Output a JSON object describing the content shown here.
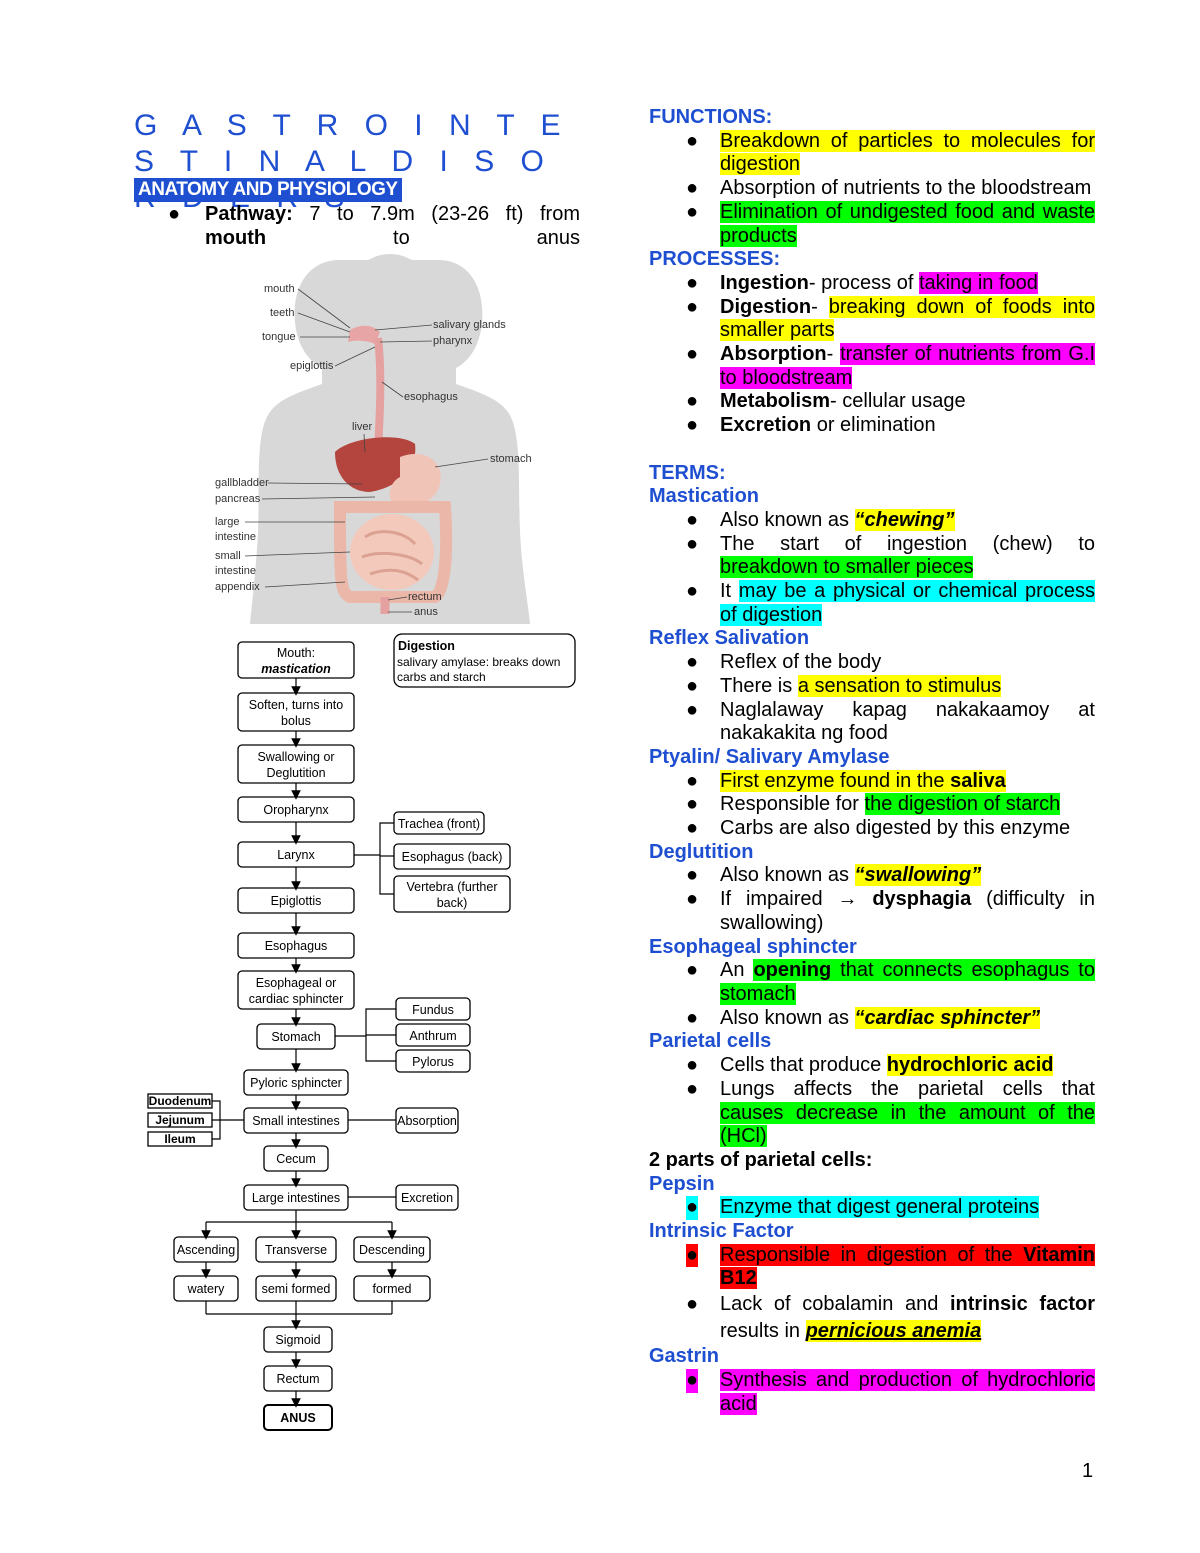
{
  "title": "G A S T R O I N T E S T I N A L  D I S O R D E R S",
  "section": "ANATOMY AND PHYSIOLOGY",
  "pathway": {
    "label": "Pathway:",
    "text_a": "7 to 7.9m (23-26 ft) from",
    "mouth": "mouth",
    "to": "to",
    "anus": "anus"
  },
  "anatomy_labels": {
    "mouth": "mouth",
    "teeth": "teeth",
    "tongue": "tongue",
    "epiglottis": "epiglottis",
    "salivary": "salivary glands",
    "pharynx": "pharynx",
    "esophagus": "esophagus",
    "liver": "liver",
    "stomach": "stomach",
    "gallbladder": "gallbladder",
    "pancreas": "pancreas",
    "large": "large",
    "intestine1": "intestine",
    "small": "small",
    "intestine2": "intestine",
    "appendix": "appendix",
    "rectum": "rectum",
    "anus": "anus"
  },
  "flow": {
    "mouth1": "Mouth:",
    "mouth2": "mastication",
    "digestion_title": "Digestion",
    "digestion_l1": "salivary amylase: breaks down",
    "digestion_l2": "carbs and starch",
    "soften1": "Soften, turns into",
    "soften2": "bolus",
    "swallow1": "Swallowing or",
    "swallow2": "Deglutition",
    "oropharynx": "Oropharynx",
    "larynx": "Larynx",
    "trachea": "Trachea (front)",
    "esophagus_back": "Esophagus (back)",
    "vertebra1": "Vertebra (further",
    "vertebra2": "back)",
    "epiglottis": "Epiglottis",
    "esophagus": "Esophagus",
    "sphincter1": "Esophageal or",
    "sphincter2": "cardiac sphincter",
    "stomach": "Stomach",
    "fundus": "Fundus",
    "anthrum": "Anthrum",
    "pylorus": "Pylorus",
    "pyloric": "Pyloric sphincter",
    "small_int": "Small intestines",
    "duodenum": "Duodenum",
    "jejunum": "Jejunum",
    "ileum": "Ileum",
    "absorption": "Absorption",
    "cecum": "Cecum",
    "large_int": "Large intestines",
    "excretion": "Excretion",
    "ascending": "Ascending",
    "transverse": "Transverse",
    "descending": "Descending",
    "watery": "watery",
    "semi": "semi formed",
    "formed": "formed",
    "sigmoid": "Sigmoid",
    "rectum": "Rectum",
    "anus": "ANUS"
  },
  "functions": {
    "heading": "FUNCTIONS:",
    "f1": "Breakdown of particles to molecules for digestion",
    "f2": "Absorption of nutrients to the bloodstream",
    "f3": "Elimination of undigested food and waste products"
  },
  "processes": {
    "heading": "PROCESSES:",
    "p1a": "Ingestion",
    "p1b": "- process of ",
    "p1c": "taking in food",
    "p2a": "Digestion",
    "p2b": "- ",
    "p2c": "breaking down of foods into smaller parts",
    "p3a": "Absorption",
    "p3b": "- ",
    "p3c": "transfer of nutrients from G.I to bloodstream",
    "p4a": "Metabolism",
    "p4b": "- cellular usage",
    "p5a": "Excretion",
    "p5b": " or elimination"
  },
  "terms": {
    "heading": "TERMS:",
    "mastication": "Mastication",
    "m1a": "Also known as ",
    "m1b": "“chewing”",
    "m2a": "The start of ingestion (chew) to ",
    "m2b": "breakdown to smaller pieces",
    "m3a": "It ",
    "m3b": "may be a physical or chemical process of digestion",
    "reflex": "Reflex Salivation",
    "r1": "Reflex of the body",
    "r2a": "There is ",
    "r2b": "a sensation to stimulus",
    "r3": "Naglalaway kapag nakakaamoy at nakakakita ng food",
    "ptyalin": "Ptyalin/ Salivary Amylase",
    "pt1a": "First enzyme found in the ",
    "pt1b": "saliva",
    "pt2a": "Responsible for ",
    "pt2b": "the digestion of starch",
    "pt3": "Carbs are also digested by this enzyme",
    "deglutition": "Deglutition",
    "d1a": "Also known as ",
    "d1b": "“swallowing”",
    "d2a": "If impaired → ",
    "d2b": "dysphagia",
    "d2c": " (difficulty in swallowing)",
    "esoph": "Esophageal sphincter",
    "e1a": "An ",
    "e1b": "opening",
    "e1c": " that connects esophagus to stomach",
    "e2a": "Also known as ",
    "e2b": "“cardiac sphincter”",
    "parietal": "Parietal cells",
    "pc1a": "Cells that produce ",
    "pc1b": "hydrochloric acid",
    "pc2a": "Lungs affects the parietal cells that ",
    "pc2b": "causes decrease in the amount of the (HCl)",
    "two_parts": "2 parts of parietal cells:",
    "pepsin": "Pepsin",
    "pep1": "Enzyme that digest general proteins",
    "intrinsic": "Intrinsic Factor",
    "if1a": "Responsible in digestion of the ",
    "if1b": "Vitamin B12",
    "if2a": "Lack of cobalamin and ",
    "if2b": "intrinsic factor",
    "if2c": " results in ",
    "if2d": "pernicious anemia",
    "gastrin": "Gastrin",
    "g1": "Synthesis and production of hydrochloric acid"
  },
  "page_number": "1",
  "colors": {
    "heading_blue": "#1f4fd1",
    "yellow": "#ffff00",
    "green": "#00ff00",
    "magenta": "#ff00ff",
    "cyan": "#00ffff",
    "red": "#ff0000"
  }
}
